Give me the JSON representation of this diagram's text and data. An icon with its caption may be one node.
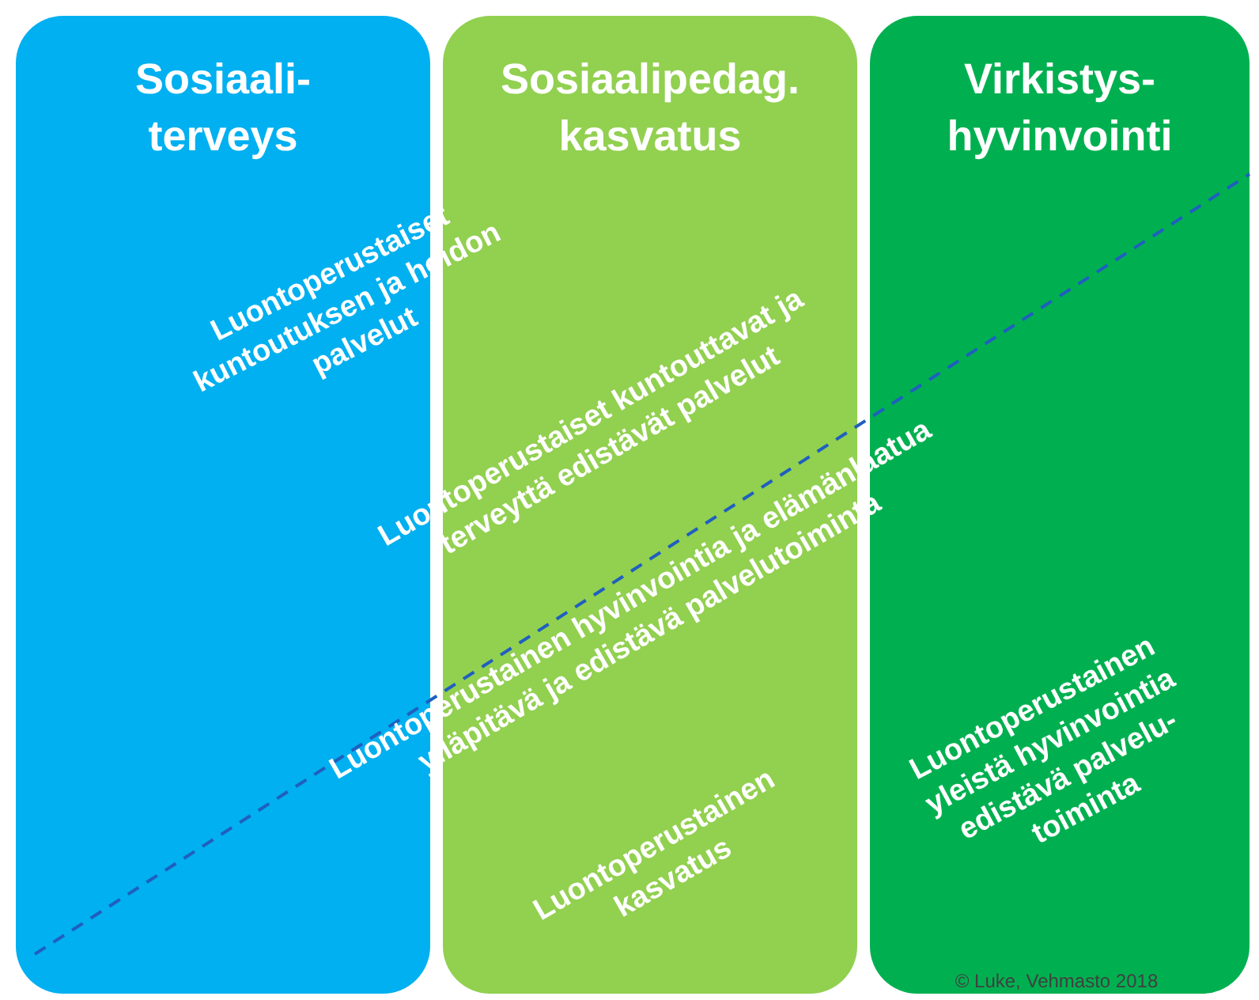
{
  "diagram": {
    "nodes": [
      {
        "text": [
          "Sosiaali- terveys"
        ]
      },
      {
        "text": [
          "Sosiaalipedag. kasvatus"
        ]
      },
      {
        "text": [
          "Virkistys- hyvinvointi"
        ]
      }
    ],
    "labels": [
      "Luontoperustaiset kuntoutuksen ja hoidon palvelut",
      "Luontoperustaiset kuntouttavat ja terveyttä edistävät palvelut",
      "Luontoperustainen hyvinvointia ja elämänlaatua ylläpitävä ja edistävä palvelutoiminta",
      "Luontoperustainen kasvatus",
      "Luontoperustainen yleistä hyvinvointia edistävä palvelu- toiminta",
      "© Luke, Vehmasto 2018"
    ]
  }
}
